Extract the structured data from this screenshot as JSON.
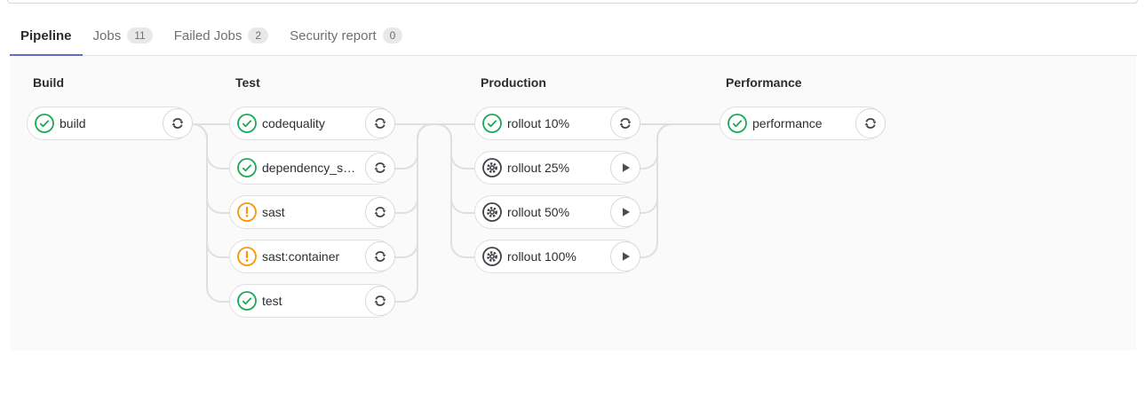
{
  "tabs": [
    {
      "label": "Pipeline",
      "active": true
    },
    {
      "label": "Jobs",
      "badge": "11",
      "active": false
    },
    {
      "label": "Failed Jobs",
      "badge": "2",
      "active": false
    },
    {
      "label": "Security report",
      "badge": "0",
      "active": false
    }
  ],
  "stages": [
    {
      "name": "Build",
      "jobs": [
        {
          "label": "build",
          "status": "success",
          "action": "retry"
        }
      ]
    },
    {
      "name": "Test",
      "jobs": [
        {
          "label": "codequality",
          "status": "success",
          "action": "retry"
        },
        {
          "label": "dependency_s…",
          "status": "success",
          "action": "retry"
        },
        {
          "label": "sast",
          "status": "warning",
          "action": "retry"
        },
        {
          "label": "sast:container",
          "status": "warning",
          "action": "retry"
        },
        {
          "label": "test",
          "status": "success",
          "action": "retry"
        }
      ]
    },
    {
      "name": "Production",
      "jobs": [
        {
          "label": "rollout 10%",
          "status": "success",
          "action": "retry"
        },
        {
          "label": "rollout 25%",
          "status": "manual",
          "action": "play"
        },
        {
          "label": "rollout 50%",
          "status": "manual",
          "action": "play"
        },
        {
          "label": "rollout 100%",
          "status": "manual",
          "action": "play"
        }
      ]
    },
    {
      "name": "Performance",
      "jobs": [
        {
          "label": "performance",
          "status": "success",
          "action": "retry"
        }
      ]
    }
  ],
  "colors": {
    "success": "#1aaa55",
    "warning": "#fc9403",
    "manual": "#404347",
    "active_tab_indicator": "#6666c4",
    "connector": "#dfdfdf"
  }
}
